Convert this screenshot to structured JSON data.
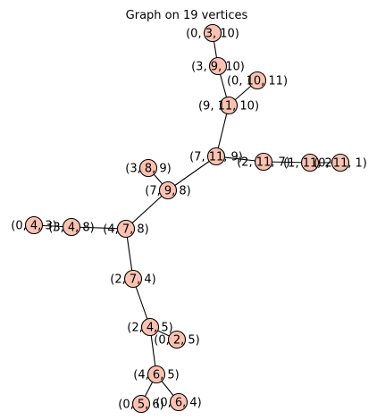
{
  "title": "Graph on 19 vertices",
  "colors": {
    "node_fill": "#fbc2b1",
    "edge": "#000000",
    "background": "#ffffff"
  },
  "vertices": [
    {
      "id": "v0",
      "label": "(0, 3, 10)"
    },
    {
      "id": "v1",
      "label": "(3, 9, 10)"
    },
    {
      "id": "v2",
      "label": "(0, 10, 11)"
    },
    {
      "id": "v3",
      "label": "(9, 11, 10)"
    },
    {
      "id": "v4",
      "label": "(7, 11, 9)"
    },
    {
      "id": "v5",
      "label": "(2, 11, 7)"
    },
    {
      "id": "v6",
      "label": "(1, 11, 2)"
    },
    {
      "id": "v7",
      "label": "(0, 11, 1)"
    },
    {
      "id": "v8",
      "label": "(3, 8, 9)"
    },
    {
      "id": "v9",
      "label": "(7, 9, 8)"
    },
    {
      "id": "v10",
      "label": "(0, 4, 3)"
    },
    {
      "id": "v11",
      "label": "(3, 4, 8)"
    },
    {
      "id": "v12",
      "label": "(4, 7, 8)"
    },
    {
      "id": "v13",
      "label": "(2, 7, 4)"
    },
    {
      "id": "v14",
      "label": "(2, 4, 5)"
    },
    {
      "id": "v15",
      "label": "(0, 2, 5)"
    },
    {
      "id": "v16",
      "label": "(4, 6, 5)"
    },
    {
      "id": "v17",
      "label": "(0, 5, 6)"
    },
    {
      "id": "v18",
      "label": "(0, 6, 4)"
    }
  ],
  "edges": [
    [
      "v0",
      "v1"
    ],
    [
      "v1",
      "v3"
    ],
    [
      "v2",
      "v3"
    ],
    [
      "v3",
      "v4"
    ],
    [
      "v4",
      "v5"
    ],
    [
      "v5",
      "v6"
    ],
    [
      "v6",
      "v7"
    ],
    [
      "v4",
      "v9"
    ],
    [
      "v8",
      "v9"
    ],
    [
      "v9",
      "v12"
    ],
    [
      "v10",
      "v11"
    ],
    [
      "v11",
      "v12"
    ],
    [
      "v12",
      "v13"
    ],
    [
      "v13",
      "v14"
    ],
    [
      "v14",
      "v15"
    ],
    [
      "v14",
      "v16"
    ],
    [
      "v16",
      "v17"
    ],
    [
      "v16",
      "v18"
    ]
  ]
}
